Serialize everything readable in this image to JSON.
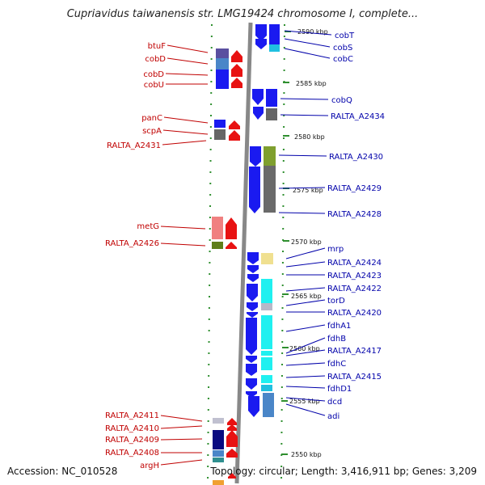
{
  "header": {
    "title": "Cupriavidus taiwanensis str. LMG19424 chromosome I, complete..."
  },
  "footer": {
    "accession": "Accession: NC_010528",
    "summary": "Topology: circular; Length: 3,416,911 bp; Genes: 3,209"
  },
  "scale": {
    "unit": "kbp",
    "ticks": [
      "2590 kbp",
      "2585 kbp",
      "2580 kbp",
      "2575 kbp",
      "2570 kbp",
      "2565 kbp",
      "2560 kbp",
      "2555 kbp",
      "2550 kbp"
    ]
  },
  "colors": {
    "reverse_strand": "#e81212",
    "forward_strand": "#1a1af0",
    "left_label": "#c00000",
    "right_label": "#0000aa",
    "dna_line": "#888888"
  },
  "genes_left": [
    {
      "name": "btuF"
    },
    {
      "name": "cobD"
    },
    {
      "name": "cobD"
    },
    {
      "name": "cobU"
    },
    {
      "name": "panC"
    },
    {
      "name": "scpA"
    },
    {
      "name": "RALTA_A2431"
    },
    {
      "name": "metG"
    },
    {
      "name": "RALTA_A2426"
    },
    {
      "name": "RALTA_A2411"
    },
    {
      "name": "RALTA_A2410"
    },
    {
      "name": "RALTA_A2409"
    },
    {
      "name": "RALTA_A2408"
    },
    {
      "name": "argH"
    }
  ],
  "genes_right": [
    {
      "name": "cobT"
    },
    {
      "name": "cobS"
    },
    {
      "name": "cobC"
    },
    {
      "name": "cobQ"
    },
    {
      "name": "RALTA_A2434"
    },
    {
      "name": "RALTA_A2430"
    },
    {
      "name": "RALTA_A2429"
    },
    {
      "name": "RALTA_A2428"
    },
    {
      "name": "mrp"
    },
    {
      "name": "RALTA_A2424"
    },
    {
      "name": "RALTA_A2423"
    },
    {
      "name": "RALTA_A2422"
    },
    {
      "name": "torD"
    },
    {
      "name": "RALTA_A2420"
    },
    {
      "name": "fdhA1"
    },
    {
      "name": "fdhB"
    },
    {
      "name": "RALTA_A2417"
    },
    {
      "name": "fdhC"
    },
    {
      "name": "RALTA_A2415"
    },
    {
      "name": "fdhD1"
    },
    {
      "name": "dcd"
    },
    {
      "name": "adi"
    }
  ]
}
